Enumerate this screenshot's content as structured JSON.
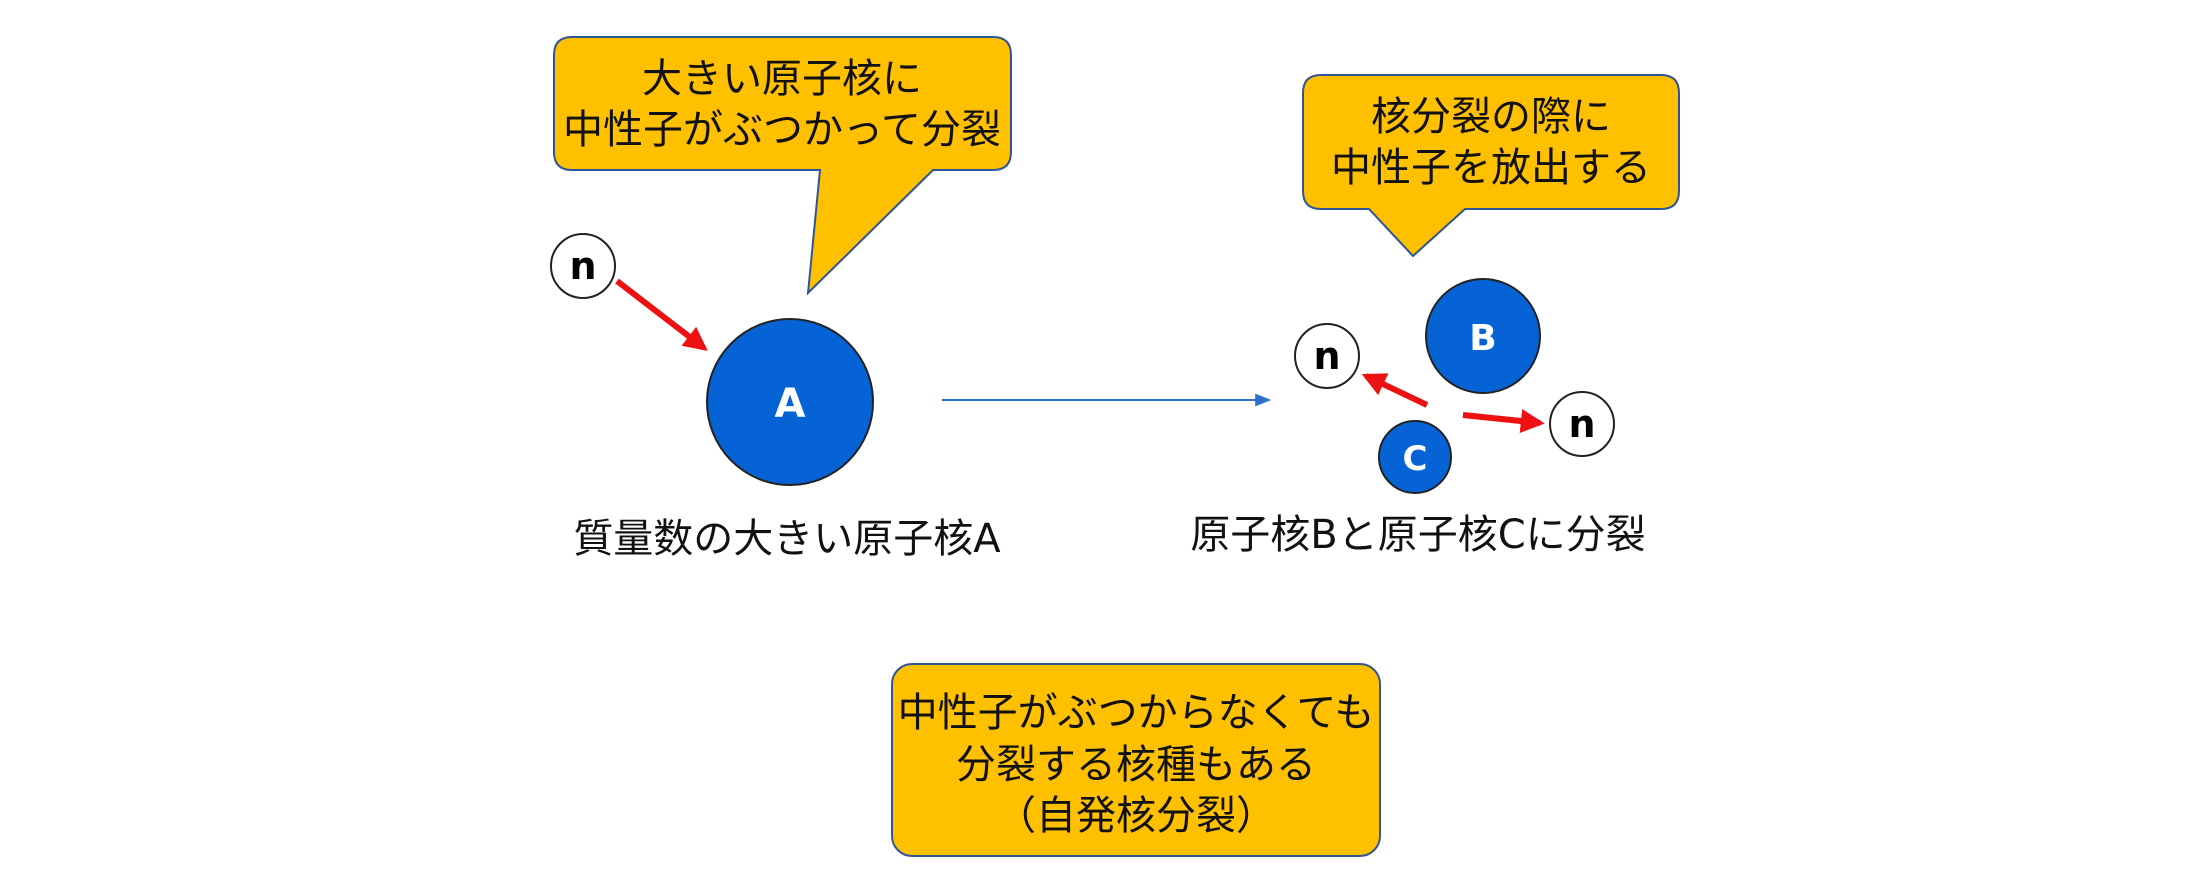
{
  "callouts": {
    "collision": {
      "line1": "大きい原子核に",
      "line2": "中性子がぶつかって分裂"
    },
    "emission": {
      "line1": "核分裂の際に",
      "line2": "中性子を放出する"
    },
    "spontaneous": {
      "line1": "中性子がぶつからなくても",
      "line2": "分裂する核種もある",
      "line3": "（自発核分裂）"
    }
  },
  "nuclei": {
    "a": "A",
    "b": "B",
    "c": "C"
  },
  "neutron_symbol": "n",
  "captions": {
    "before": "質量数の大きい原子核A",
    "after": "原子核Bと原子核Cに分裂"
  },
  "colors": {
    "callout_fill": "#FFC000",
    "callout_stroke": "#2F5597",
    "nucleus_fill": "#0563D6",
    "nucleus_stroke": "#222222",
    "neutron_arrow": "#EE1111",
    "process_arrow": "#2F70C8"
  }
}
